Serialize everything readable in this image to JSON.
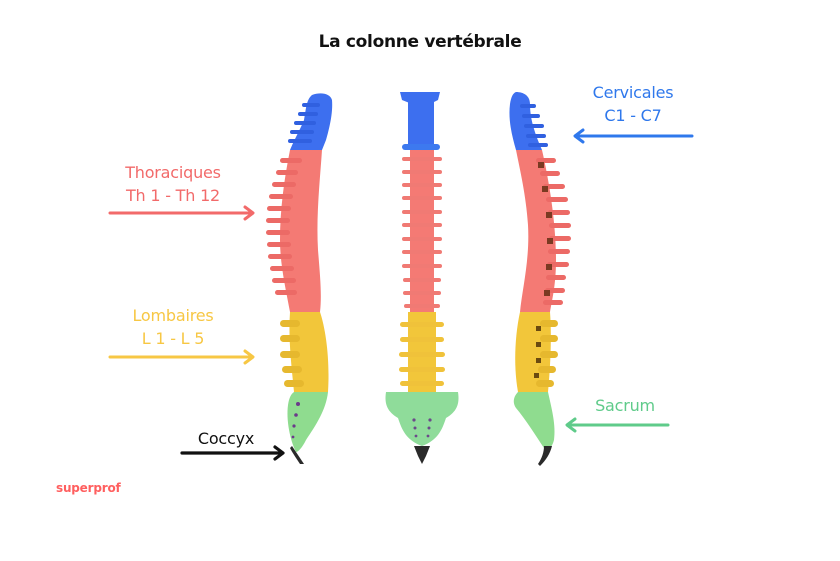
{
  "title": "La colonne vertébrale",
  "colors": {
    "cervical": "#2f6fe8",
    "thoracic": "#f26a6a",
    "lumbar": "#f7c744",
    "sacrum": "#5fcb8a",
    "coccyx": "#111111",
    "title": "#111111",
    "brand": "#ff5f5f"
  },
  "regions": [
    {
      "id": "cervical",
      "name": "Cervicales",
      "range": "C1 - C7",
      "arrow_direction": "left"
    },
    {
      "id": "thoracic",
      "name": "Thoraciques",
      "range": "Th 1 - Th 12",
      "arrow_direction": "right"
    },
    {
      "id": "lumbar",
      "name": "Lombaires",
      "range": "L 1 - L 5",
      "arrow_direction": "right"
    },
    {
      "id": "sacrum",
      "name": "Sacrum",
      "range": "",
      "arrow_direction": "left"
    },
    {
      "id": "coccyx",
      "name": "Coccyx",
      "range": "",
      "arrow_direction": "right"
    }
  ],
  "views": [
    "side-view-left",
    "front-view",
    "side-view-right"
  ],
  "brand": "superprof"
}
